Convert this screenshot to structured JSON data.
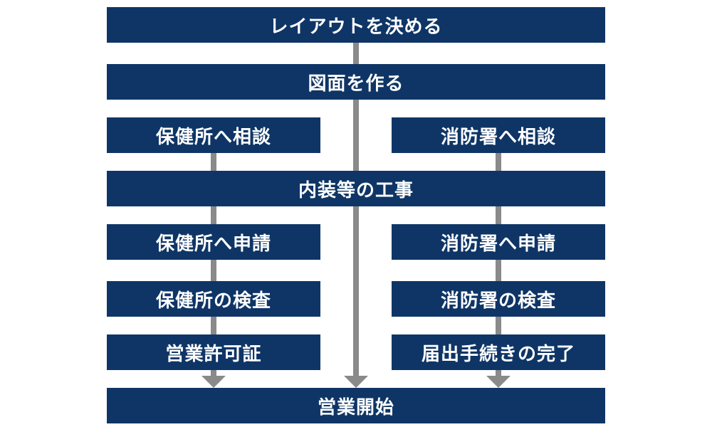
{
  "colors": {
    "box": "#0e3566",
    "text": "#ffffff",
    "connector": "#8a8a8a"
  },
  "flow": {
    "layout": "レイアウトを決める",
    "drawing": "図面を作る",
    "health_consult": "保健所へ相談",
    "fire_consult": "消防署へ相談",
    "construction": "内装等の工事",
    "health_apply": "保健所へ申請",
    "fire_apply": "消防署へ申請",
    "health_inspect": "保健所の検査",
    "fire_inspect": "消防署の検査",
    "license": "営業許可証",
    "notice": "届出手続きの完了",
    "opening": "営業開始"
  }
}
